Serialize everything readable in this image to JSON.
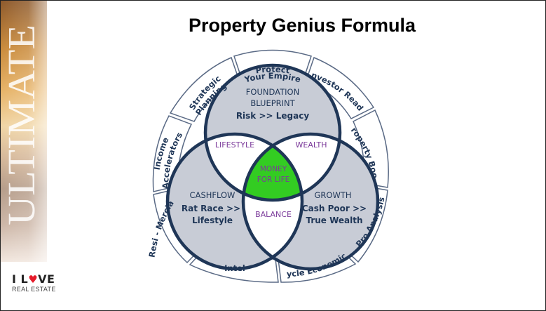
{
  "slide": {
    "title": "Property Genius Formula",
    "sidebar_word": "ULTIMATE",
    "logo": {
      "line1_a": "I L",
      "line1_heart": "♥",
      "line1_b": "VE",
      "line2": "REAL ESTATE"
    }
  },
  "circles": {
    "top": {
      "heading_1": "FOUNDATION",
      "heading_2": "BLUEPRINT",
      "subtitle": "Risk >> Legacy"
    },
    "left": {
      "heading": "CASHFLOW",
      "subtitle_1": "Rat Race >>",
      "subtitle_2": "Lifestyle"
    },
    "right": {
      "heading": "GROWTH",
      "subtitle_1": "Cash Poor >>",
      "subtitle_2": "True Wealth"
    }
  },
  "overlaps": {
    "top_left": "LIFESTYLE",
    "top_right": "WEALTH",
    "bottom": "BALANCE",
    "center_1": "MONEY",
    "center_2": "FOR LIFE"
  },
  "ring_segments": [
    {
      "line1": "Protect",
      "line2": "Your Empire"
    },
    {
      "line1": "Investor Ready"
    },
    {
      "line1": "Property Boom"
    },
    {
      "line1": "Pro Analysis"
    },
    {
      "line1": "Cycle Economics"
    },
    {
      "line1": "Intel"
    },
    {
      "line1": "Resi - Mercial"
    },
    {
      "line1": "Income",
      "line2": "Accelerators"
    },
    {
      "line1": "Strategic",
      "line2": "Planning"
    }
  ],
  "colors": {
    "navy": "#1f3657",
    "circle_fill": "#c8ccd6",
    "overlap_fill": "#ffffff",
    "center_fill": "#33cc22",
    "purple": "#7b3a9a",
    "ring_border": "#5a6a85",
    "heart": "#e51b2a"
  }
}
